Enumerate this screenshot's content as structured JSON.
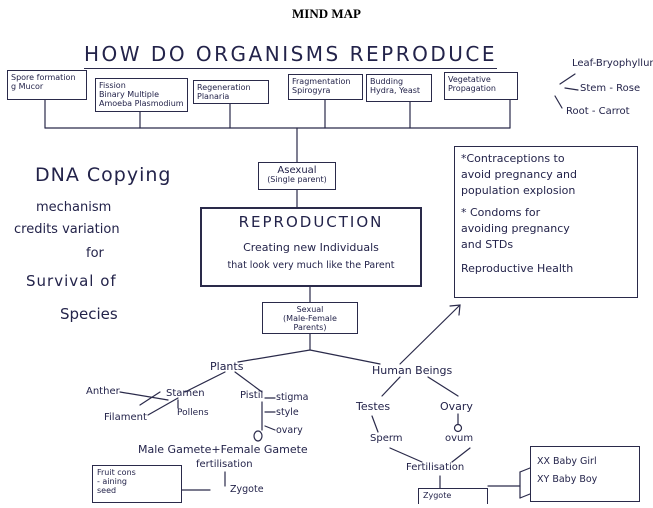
{
  "header": "MIND MAP",
  "title": "HOW DO ORGANISMS REPRODUCE",
  "top_boxes": {
    "spore": [
      "Spore formation",
      "g Mucor"
    ],
    "fission": [
      "Fission",
      "Binary  Multiple",
      "Amoeba  Plasmodium"
    ],
    "regeneration": [
      "Regeneration",
      "Planaria"
    ],
    "fragmentation": [
      "Fragmentation",
      "Spirogyra"
    ],
    "budding": [
      "Budding",
      "Hydra, Yeast"
    ],
    "vegetative": [
      "Vegetative",
      "Propagation"
    ]
  },
  "vegetative_examples": {
    "leaf": "Leaf-Bryophyllum",
    "stem": "Stem - Rose",
    "root": "Root - Carrot"
  },
  "asexual": [
    "Asexual",
    "(Single parent)"
  ],
  "reproduction": {
    "title": "REPRODUCTION",
    "definition_line1": "Creating new Individuals",
    "definition_line2": "that look very much like the Parent"
  },
  "dna_note": {
    "title": "DNA Copying",
    "line1": "mechanism",
    "line2": "credits variation",
    "line3": "for",
    "line4": "Survival of",
    "line5": "Species"
  },
  "health_box": {
    "line1": "*Contraceptions to",
    "line2": "avoid pregnancy and",
    "line3": "population explosion",
    "line4": "* Condoms  for",
    "line5": "avoiding pregnancy",
    "line6": "and STDs",
    "footer": "Reproductive Health"
  },
  "sexual": [
    "Sexual",
    "(Male-Female",
    "Parents)"
  ],
  "plants": {
    "label": "Plants",
    "stamen": "Stamen",
    "anther": "Anther",
    "filament": "Filament",
    "pollens": "Pollens",
    "pistil": "Pistil",
    "stigma": "stigma",
    "style": "style",
    "ovary": "ovary",
    "gametes": "Male Gamete+Female Gamete",
    "fertilisation": "fertilisation",
    "zygote": "Zygote",
    "fruit_box": [
      "Fruit cons",
      "- aining",
      "seed"
    ]
  },
  "humans": {
    "label": "Human Beings",
    "testes": "Testes",
    "ovary": "Ovary",
    "sperm": "Sperm",
    "ovum": "ovum",
    "fertilisation": "Fertilisation",
    "zygote": "Zygote",
    "outcome_girl": "XX  Baby Girl",
    "outcome_boy": "XY  Baby Boy"
  }
}
